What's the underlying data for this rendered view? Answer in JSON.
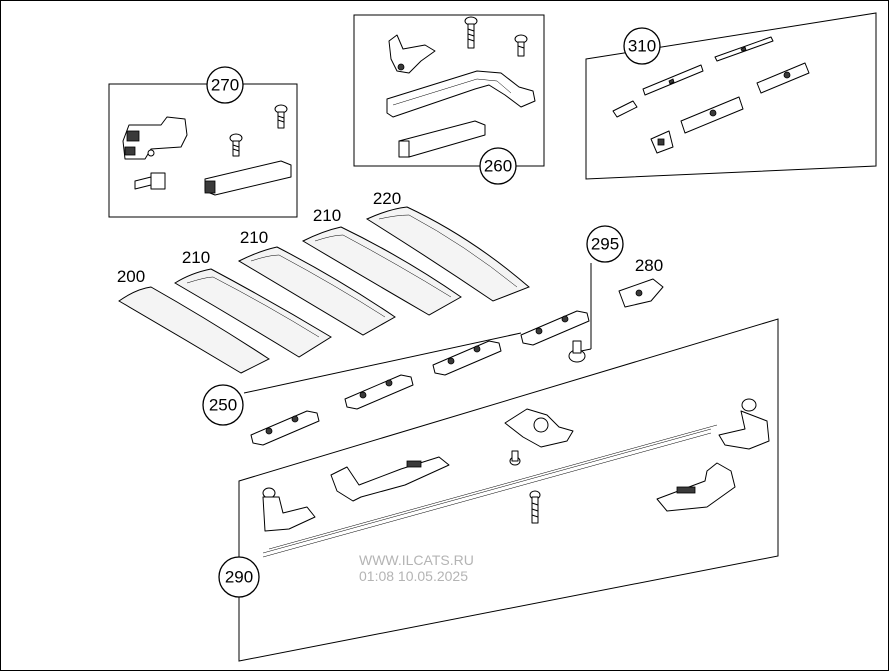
{
  "colors": {
    "ink": "#000000",
    "paper": "#ffffff",
    "watermark": "#b4b4b4"
  },
  "callouts": {
    "c270": "270",
    "c260": "260",
    "c310": "310",
    "c295": "295",
    "c250": "250",
    "c290": "290"
  },
  "labels": {
    "l200": "200",
    "l210a": "210",
    "l210b": "210",
    "l210c": "210",
    "l220": "220",
    "l280": "280"
  },
  "watermark": {
    "site": "WWW.ILCATS.RU",
    "stamp": "01:08 10.05.2025"
  }
}
